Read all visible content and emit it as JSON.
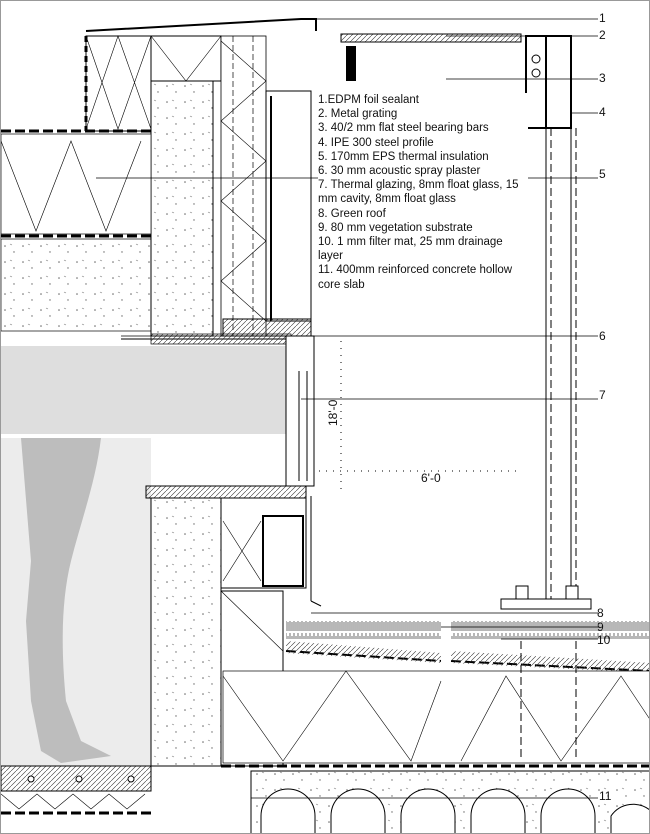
{
  "legend": [
    "1.EDPM foil sealant",
    "2. Metal grating",
    "3. 40/2 mm flat steel bearing bars",
    "4. IPE 300 steel profile",
    "5. 170mm EPS thermal insulation",
    "6. 30 mm acoustic spray plaster",
    "7. Thermal glazing, 8mm float glass, 15 mm cavity, 8mm float glass",
    "8. Green roof",
    "9. 80 mm vegetation substrate",
    "10. 1 mm filter mat, 25 mm drainage layer",
    "11. 400mm reinforced concrete hollow core slab"
  ],
  "callouts": [
    "1",
    "2",
    "3",
    "4",
    "5",
    "6",
    "7",
    "8",
    "9",
    "10",
    "11"
  ],
  "dimensions": {
    "height": "18'-0",
    "width": "6'-0"
  }
}
